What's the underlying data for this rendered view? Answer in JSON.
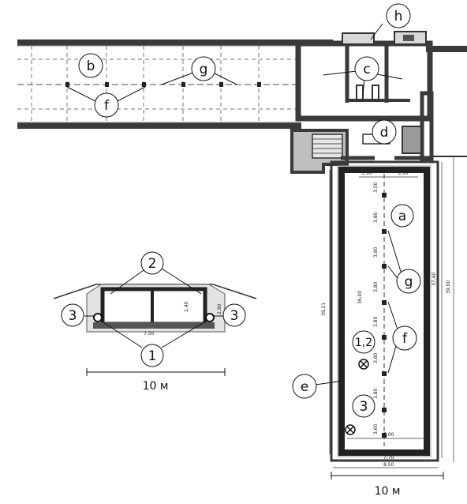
{
  "callouts": {
    "a": "a",
    "b": "b",
    "c": "c",
    "d": "d",
    "e": "e",
    "f_left": "f",
    "f_right": "f",
    "g_left": "g",
    "g_right": "g",
    "h": "h",
    "n12": "1,2",
    "n3_plan": "3",
    "section_1": "1",
    "section_2": "2",
    "section_3_left": "3",
    "section_3_right": "3"
  },
  "dimensions": {
    "plan_top_left": "3,50",
    "plan_top_right": "3,50",
    "spacing_1": "3,50",
    "spacing_2": "3,80",
    "spacing_3": "3,80",
    "spacing_4": "3,80",
    "spacing_5": "3,80",
    "spacing_6": "3,80",
    "spacing_7": "3,80",
    "spacing_8": "3,60",
    "inner_length": "36,00",
    "outer_length_left": "39,21",
    "outer_length_right_a": "37,40",
    "outer_length_right_b": "39,00",
    "plan_bottom_inner": "7,00",
    "plan_bottom_outer_a": "7,70",
    "plan_bottom_outer_b": "8,50",
    "section_height": "2,40",
    "section_height_outer": "2,90",
    "section_width": "7,50"
  },
  "scale_bars": {
    "section": "10 м",
    "plan": "10 м"
  }
}
